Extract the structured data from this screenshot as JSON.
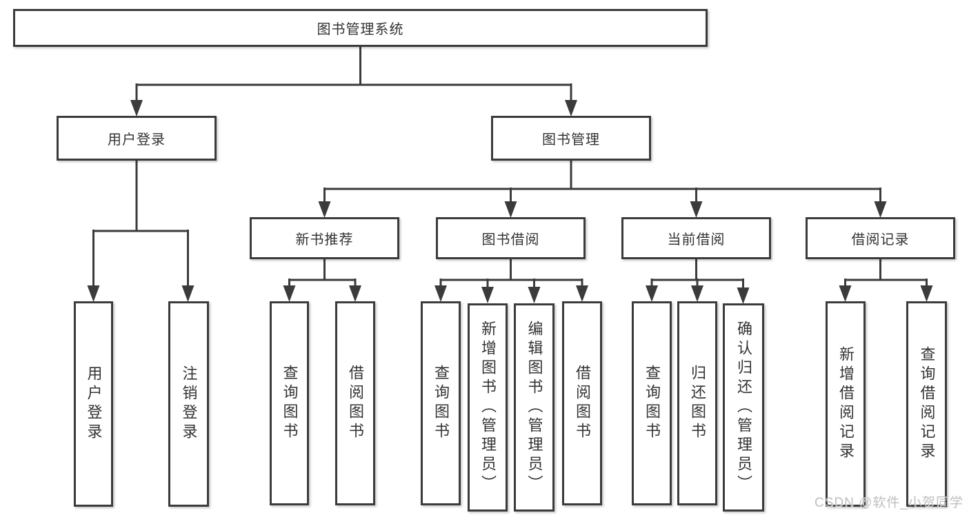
{
  "diagram": {
    "root": {
      "label": "图书管理系统"
    },
    "branches": [
      {
        "label": "用户登录",
        "children": [
          {
            "label": "用户登录"
          },
          {
            "label": "注销登录"
          }
        ]
      },
      {
        "label": "图书管理",
        "children": [
          {
            "label": "新书推荐",
            "children": [
              {
                "label": "查询图书"
              },
              {
                "label": "借阅图书"
              }
            ]
          },
          {
            "label": "图书借阅",
            "children": [
              {
                "label": "查询图书"
              },
              {
                "label": "新增图书（管理员）"
              },
              {
                "label": "编辑图书（管理员）"
              },
              {
                "label": "借阅图书"
              }
            ]
          },
          {
            "label": "当前借阅",
            "children": [
              {
                "label": "查询图书"
              },
              {
                "label": "归还图书"
              },
              {
                "label": "确认归还（管理员）"
              }
            ]
          },
          {
            "label": "借阅记录",
            "children": [
              {
                "label": "新增借阅记录"
              },
              {
                "label": "查询借阅记录"
              }
            ]
          }
        ]
      }
    ],
    "watermark": "CSDN @软件_小贺同学",
    "colors": {
      "line": "#3b3b3b",
      "box_border": "#3b3b3b",
      "text": "#333333",
      "watermark_text": "#b8b8b8",
      "background": "#ffffff"
    }
  }
}
